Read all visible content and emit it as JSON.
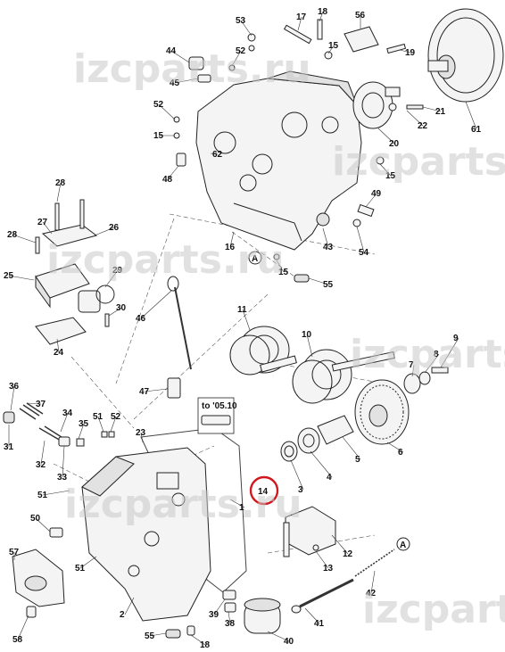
{
  "watermark": "izcparts.ru",
  "note": "to '05.10",
  "highlighted": "14",
  "reference_marker": "A",
  "callouts": [
    "1",
    "2",
    "3",
    "4",
    "5",
    "6",
    "7",
    "8",
    "9",
    "10",
    "11",
    "12",
    "13",
    "14",
    "15",
    "16",
    "17",
    "18",
    "19",
    "20",
    "21",
    "22",
    "23",
    "24",
    "25",
    "26",
    "27",
    "28",
    "29",
    "30",
    "31",
    "32",
    "33",
    "34",
    "35",
    "36",
    "37",
    "38",
    "39",
    "40",
    "41",
    "42",
    "43",
    "44",
    "45",
    "46",
    "47",
    "48",
    "49",
    "50",
    "51",
    "52",
    "53",
    "54",
    "55",
    "56",
    "57",
    "58",
    "61",
    "62"
  ]
}
